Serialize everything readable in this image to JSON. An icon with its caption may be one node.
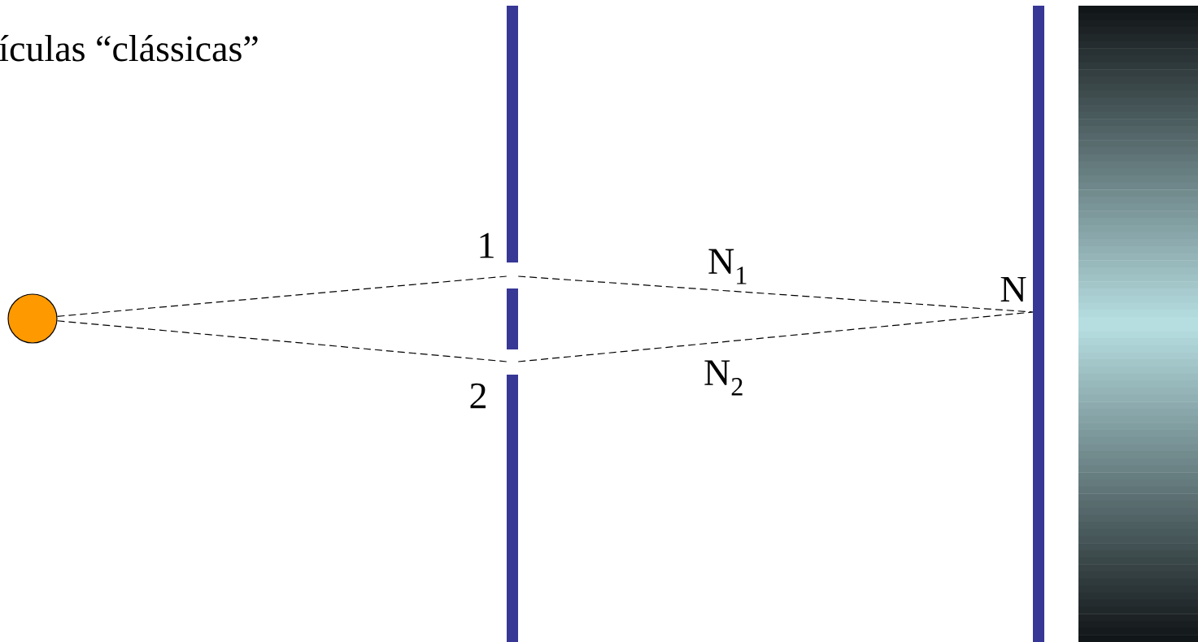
{
  "diagram": {
    "title": "ículas “clássicas”",
    "nodes": [
      {
        "text": [],
        "shape": "circle"
      },
      {
        "text": [],
        "shape": "bar",
        "beside": [
          "1",
          "2"
        ]
      },
      {
        "text": [],
        "shape": "bar",
        "beside": [
          "N"
        ]
      }
    ],
    "edges": [
      {
        "from": 0,
        "to": 1,
        "arrow": "none"
      },
      {
        "from": 1,
        "to": 2,
        "arrow": "none",
        "label": "N$_{1}$"
      },
      {
        "from": 0,
        "to": 1,
        "arrow": "none"
      },
      {
        "from": 1,
        "to": 2,
        "arrow": "none",
        "label": "N$_{2}$"
      }
    ]
  }
}
